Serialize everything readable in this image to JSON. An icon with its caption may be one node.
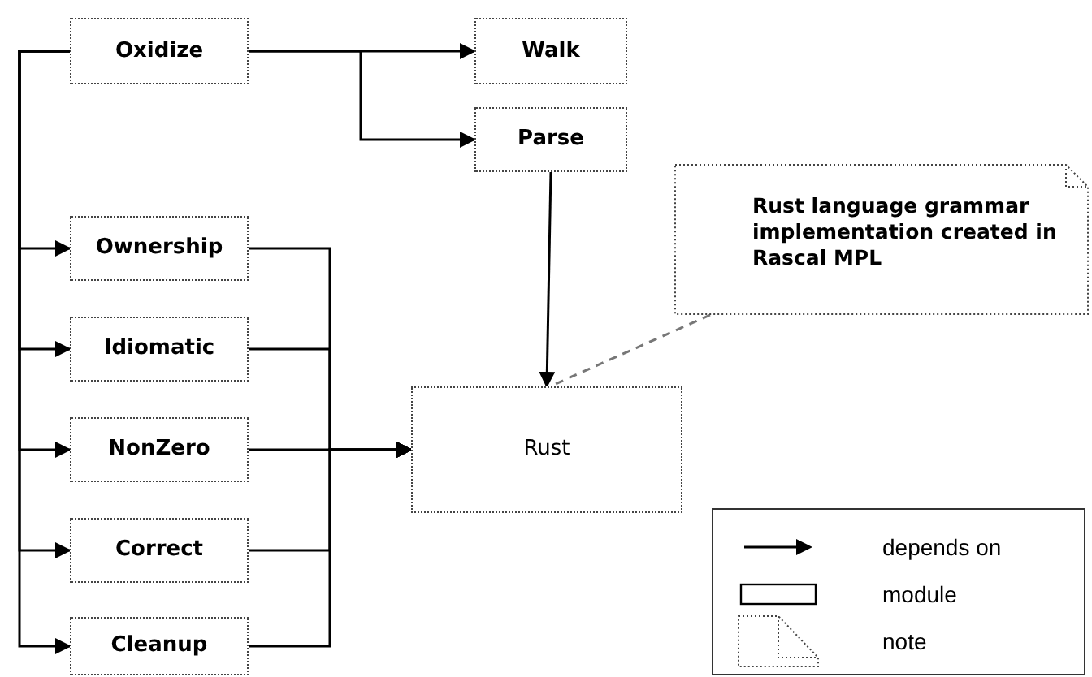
{
  "diagram": {
    "nodes": [
      {
        "text": [
          "Oxidize"
        ]
      },
      {
        "text": [
          "Walk"
        ]
      },
      {
        "text": [
          "Parse"
        ]
      },
      {
        "text": [
          "Rust language grammar implementation created in Rascal MPL"
        ]
      },
      {
        "text": [
          "Ownership"
        ]
      },
      {
        "text": [
          "Idiomatic"
        ]
      },
      {
        "text": [
          "NonZero"
        ]
      },
      {
        "text": [
          "Correct"
        ]
      },
      {
        "text": [
          "Cleanup"
        ]
      },
      {
        "text": [
          "Rust"
        ]
      }
    ],
    "edges": [
      {
        "from": 0,
        "to": 1,
        "arrow": "to"
      },
      {
        "from": 0,
        "to": 2,
        "arrow": "to"
      },
      {
        "from": 0,
        "to": 4,
        "arrow": "to"
      },
      {
        "from": 0,
        "to": 5,
        "arrow": "to"
      },
      {
        "from": 0,
        "to": 6,
        "arrow": "to"
      },
      {
        "from": 0,
        "to": 7,
        "arrow": "to"
      },
      {
        "from": 0,
        "to": 8,
        "arrow": "to"
      },
      {
        "from": 4,
        "to": 9,
        "arrow": "to"
      },
      {
        "from": 5,
        "to": 9,
        "arrow": "to"
      },
      {
        "from": 6,
        "to": 9,
        "arrow": "to"
      },
      {
        "from": 7,
        "to": 9,
        "arrow": "to"
      },
      {
        "from": 8,
        "to": 9,
        "arrow": "to"
      },
      {
        "from": 2,
        "to": 9,
        "arrow": "to"
      },
      {
        "from": 3,
        "to": 9,
        "arrow": "none",
        "style": "dashed",
        "color": "#777777"
      }
    ],
    "legend": [
      {
        "text": "depends on"
      },
      {
        "text": "module"
      },
      {
        "text": "note"
      }
    ]
  }
}
